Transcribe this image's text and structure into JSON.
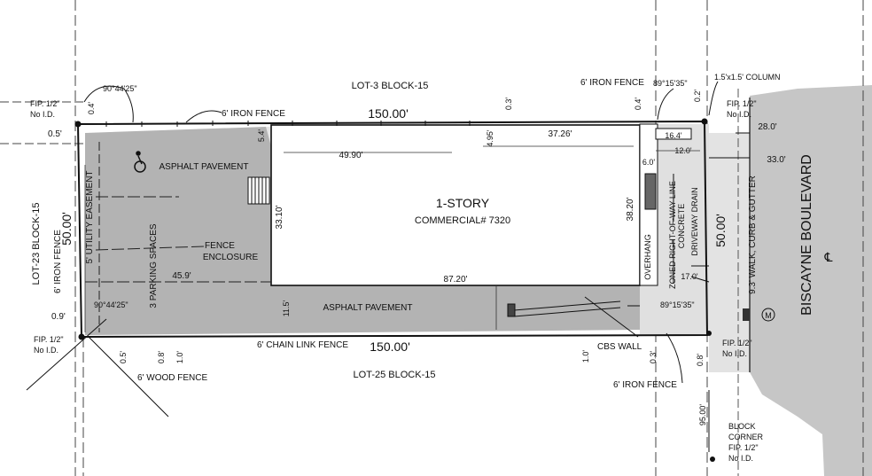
{
  "labels": {
    "lot_north": "LOT-3   BLOCK-15",
    "lot_south": "LOT-25   BLOCK-15",
    "lot_west": "LOT-23   BLOCK-15",
    "street": "BISCAYNE BOULEVARD",
    "building_line1": "1-STORY",
    "building_line2": "COMMERCIAL# 7320",
    "asphalt_top": "ASPHALT PAVEMENT",
    "asphalt_bottom": "ASPHALT PAVEMENT",
    "fence_enclosure_1": "FENCE",
    "fence_enclosure_2": "ENCLOSURE",
    "parking": "3 PARKING SPACES",
    "utility_easement": "5' UTILITY EASEMENT",
    "iron_fence_north": "6' IRON FENCE",
    "iron_fence_ne": "6' IRON FENCE",
    "iron_fence_se": "6' IRON FENCE",
    "iron_fence_west": "6' IRON FENCE",
    "chain_link_fence": "6' CHAIN LINK FENCE",
    "wood_fence": "6' WOOD FENCE",
    "cbs_wall": "CBS WALL",
    "column": "1.5'x1.5' COLUMN",
    "fip_nw_1": "FIP. 1/2\"",
    "fip_nw_2": "No I.D.",
    "fip_sw_1": "FIP. 1/2\"",
    "fip_sw_2": "No I.D.",
    "fip_ne_1": "FIP. 1/2\"",
    "fip_ne_2": "No I.D.",
    "fip_se_1": "FIP. 1/2\"",
    "fip_se_2": "No I.D.",
    "block_corner_1": "BLOCK",
    "block_corner_2": "CORNER",
    "block_corner_3": "FIP. 1/2\"",
    "block_corner_4": "No I.D.",
    "walk_curb": "9.3' WALK, CURB & GUTTER",
    "overhang": "OVERHANG",
    "zoned_row": "ZONED RIGHT-OF-WAY LINE",
    "concrete": "CONCRETE",
    "driveway_drain": "DRIVEWAY DRAIN",
    "centerline_mark": "℄",
    "m_symbol": "M"
  },
  "dimensions": {
    "north_length": "150.00'",
    "south_length": "150.00'",
    "west_width": "50.00'",
    "east_width": "50.00'",
    "bldg_north": "49.90'",
    "bldg_north_east": "37.26'",
    "bldg_south": "87.20'",
    "bldg_west": "33.10'",
    "bldg_east": "38.20'",
    "offset_495": "4.95'",
    "offset_54": "5.4'",
    "offset_115": "11.5'",
    "offset_459": "45.9'",
    "offset_164": "16.4'",
    "offset_120": "12.0'",
    "offset_60": "6.0'",
    "offset_170": "17.0'",
    "offset_280": "28.0'",
    "offset_330": "33.0'",
    "offset_05": "0.5'",
    "offset_09": "0.9'",
    "offset_04_top": "0.4'",
    "offset_03_top": "0.3'",
    "offset_04_ne": "0.4'",
    "offset_02_ne": "0.2'",
    "offset_05_bot": "0.5'",
    "offset_08_bot": "0.8'",
    "offset_10_bot": "1.0'",
    "offset_10_se": "1.0'",
    "offset_03_se": "0.3'",
    "offset_08_se": "0.8'",
    "block_corner_dist": "95.00'",
    "angle_nw": "90°44'25\"",
    "angle_sw": "90°44'25\"",
    "angle_ne": "89°15'35\"",
    "angle_se": "89°15'35\""
  }
}
